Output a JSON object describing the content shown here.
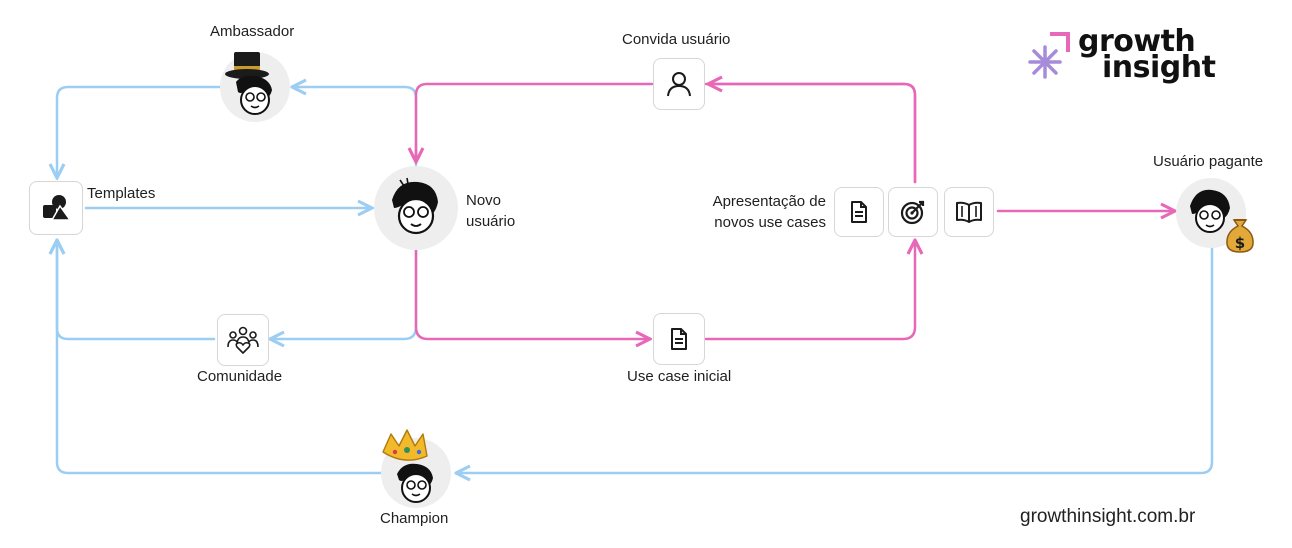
{
  "nodes": {
    "ambassador": "Ambassador",
    "templates": "Templates",
    "novo_usuario_line1": "Novo",
    "novo_usuario_line2": "usuário",
    "convida_usuario": "Convida usuário",
    "apresentacao_line1": "Apresentação de",
    "apresentacao_line2": "novos use cases",
    "usuario_pagante": "Usuário pagante",
    "comunidade": "Comunidade",
    "use_case_inicial": "Use case inicial",
    "champion": "Champion"
  },
  "brand": {
    "line1": "growth",
    "line2": "insight",
    "url": "growthinsight.com.br"
  },
  "icons": {
    "shapes": "shapes-icon",
    "user": "user-icon",
    "document": "document-icon",
    "target": "target-icon",
    "book": "book-icon",
    "community": "community-icon",
    "money_bag": "money-bag-icon",
    "top_hat": "top-hat-icon",
    "crown": "crown-icon"
  },
  "colors": {
    "blue_flow": "#9ccdf3",
    "pink_flow": "#e868b8",
    "logo_purple": "#a78bdb",
    "logo_pink": "#e868b8"
  }
}
